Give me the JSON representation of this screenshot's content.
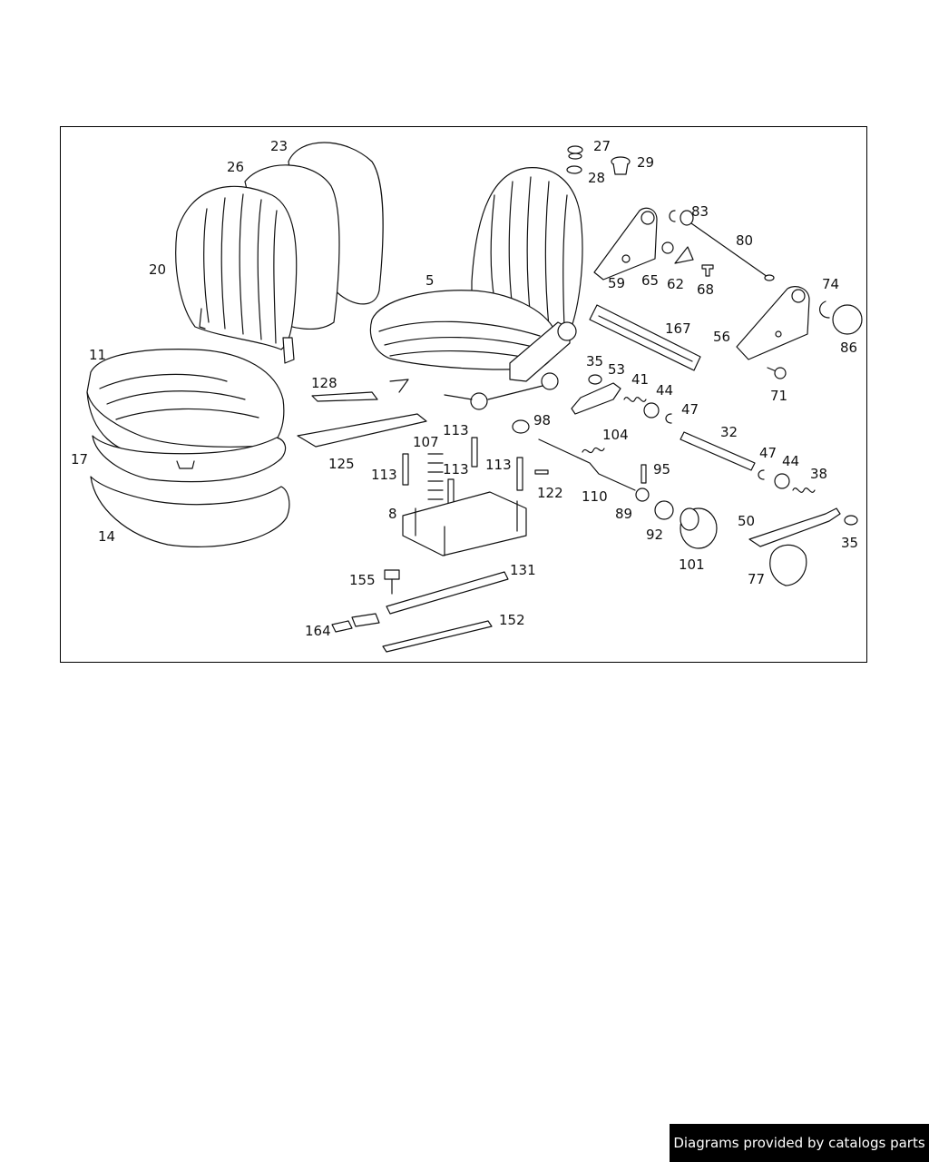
{
  "credit": "Diagrams provided by catalogs parts",
  "callouts": {
    "c5": "5",
    "c8": "8",
    "c11": "11",
    "c14": "14",
    "c17": "17",
    "c20": "20",
    "c23": "23",
    "c26": "26",
    "c27": "27",
    "c28": "28",
    "c29": "29",
    "c32": "32",
    "c35a": "35",
    "c35b": "35",
    "c38": "38",
    "c41": "41",
    "c44a": "44",
    "c44b": "44",
    "c47a": "47",
    "c47b": "47",
    "c50": "50",
    "c53": "53",
    "c56": "56",
    "c59": "59",
    "c62": "62",
    "c65": "65",
    "c68": "68",
    "c71": "71",
    "c74": "74",
    "c77": "77",
    "c80": "80",
    "c83": "83",
    "c86": "86",
    "c89": "89",
    "c92": "92",
    "c95": "95",
    "c98": "98",
    "c101": "101",
    "c104": "104",
    "c107": "107",
    "c110": "110",
    "c113a": "113",
    "c113b": "113",
    "c113c": "113",
    "c113d": "113",
    "c122": "122",
    "c125": "125",
    "c128": "128",
    "c131": "131",
    "c152": "152",
    "c155": "155",
    "c164": "164",
    "c167": "167"
  }
}
